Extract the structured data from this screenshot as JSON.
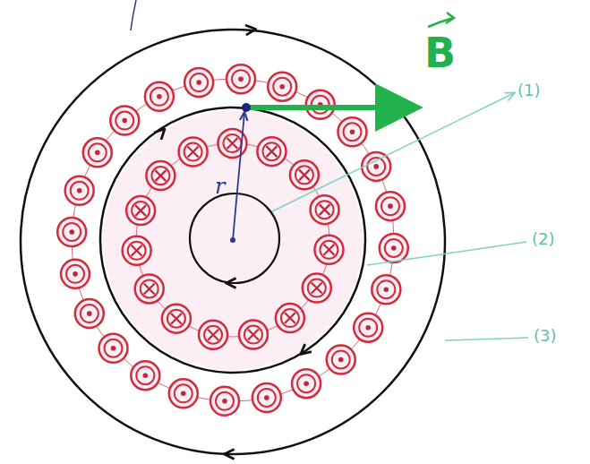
{
  "diagram": {
    "labels": [
      "B",
      "r",
      "(1)",
      "(2)",
      "(3)"
    ]
  }
}
